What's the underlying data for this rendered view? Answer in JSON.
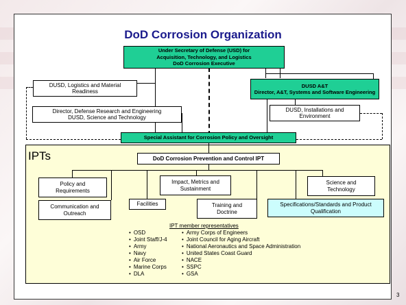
{
  "title": "DoD Corrosion Organization",
  "usd_box": {
    "line1": "Under Secretary of Defense (USD) for",
    "line2": "Acquisition, Technology, and Logistics",
    "line3": "DoD Corrosion Executive"
  },
  "dusd_at": {
    "line1": "DUSD A&T",
    "line2": "Director, A&T, Systems and Software Engineering"
  },
  "dusd_logistics": {
    "line1": "DUSD, Logistics and Material",
    "line2": "Readiness"
  },
  "ddre": {
    "line1": "Director, Defense Research and Engineering",
    "line2": "DUSD, Science and Technology"
  },
  "dusd_installations": {
    "line1": "DUSD, Installations and",
    "line2": "Environment"
  },
  "special_assistant": "Special Assistant for Corrosion Policy and Oversight",
  "ipts_label": "IPTs",
  "ipt_header": "DoD Corrosion Prevention and Control IPT",
  "ipt_groups": {
    "policy": {
      "line1": "Policy and",
      "line2": "Requirements"
    },
    "impact": {
      "line1": "Impact, Metrics and",
      "line2": "Sustainment"
    },
    "science": {
      "line1": "Science and",
      "line2": "Technology"
    },
    "communication": {
      "line1": "Communication and",
      "line2": "Outreach"
    },
    "facilities": "Facilities",
    "training": {
      "line1": "Training and",
      "line2": "Doctrine"
    },
    "specifications": {
      "line1": "Specifications/Standards and Product",
      "line2": "Qualification"
    }
  },
  "representatives": {
    "title": "IPT member representatives",
    "left": [
      "OSD",
      "Joint Staff/J-4",
      "Army",
      "Navy",
      "Air Force",
      "Marine Corps",
      "DLA"
    ],
    "right": [
      "Army Corps of Engineers",
      "Joint Council for Aging Aircraft",
      "National Aeronautics and Space Administration",
      "United States Coast Guard",
      "NACE",
      "SSPC",
      "GSA"
    ]
  },
  "page_number": "3",
  "colors": {
    "green": "#1fcf95",
    "cyan": "#ccfdfd",
    "panel": "#fefed8",
    "title": "#1a1a8c"
  }
}
